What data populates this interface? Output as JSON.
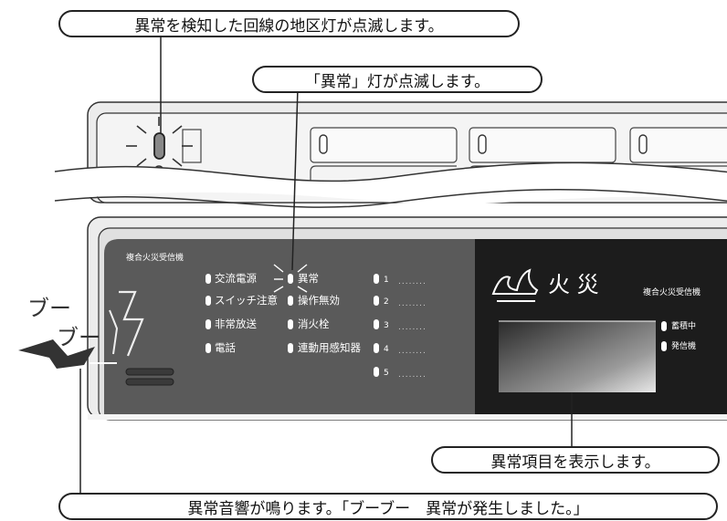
{
  "callouts": {
    "top_district": "異常を検知した回線の地区灯が点滅します。",
    "ijou_lamp": "「異常」灯が点滅します。",
    "display_item": "異常項目を表示します。",
    "sound": "異常音響が鳴ります。「ブーブー　異常が発生しました。」"
  },
  "panel": {
    "brand_left": "複合火災受信機",
    "status_col1": [
      "交流電源",
      "スイッチ注意",
      "非常放送",
      "電話"
    ],
    "status_col2": [
      "異常",
      "操作無効",
      "消火栓",
      "連動用感知器"
    ],
    "circuits": [
      "1",
      "2",
      "3",
      "4",
      "5"
    ],
    "dots": "........",
    "fire_label": "火 災",
    "brand_right": "複合火災受信機",
    "right_leds": [
      "蓄積中",
      "発信機"
    ]
  },
  "sound_text": {
    "line1": "ブー",
    "line2": "ブー"
  },
  "colors": {
    "panel_dark": "#5a5a5a",
    "panel_black": "#1c1c1c",
    "frame_light": "#e6e6e6",
    "line": "#222222"
  }
}
